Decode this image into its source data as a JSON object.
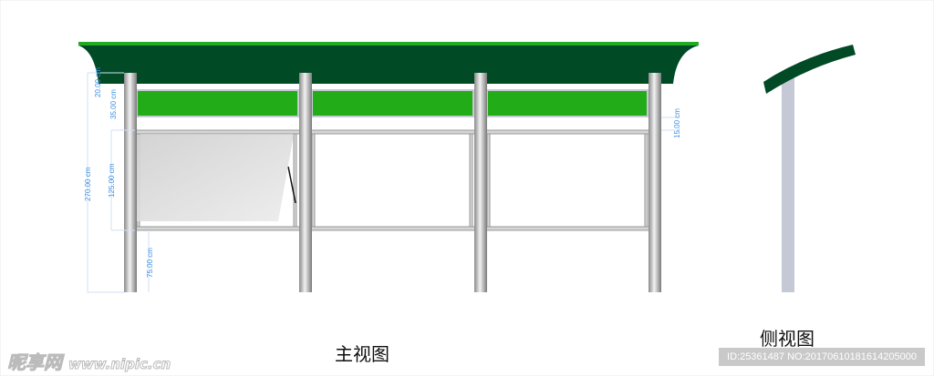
{
  "front_view": {
    "caption": "主视图",
    "dimensions": [
      "20.00 cm",
      "35.00 cm",
      "270.00 cm",
      "125.00 cm",
      "75.00 cm",
      "15.00 cm"
    ]
  },
  "side_view": {
    "caption": "侧视图"
  },
  "colors": {
    "roof": "#004a25",
    "roof_edge": "#22aa22",
    "sign_band": "#22ad18",
    "dimension": "#3d8fe0",
    "side_post": "#c5c8d5"
  },
  "watermark": {
    "logo": "昵享网",
    "site": "www.nipic.cn",
    "id_text": "ID:25361487 NO:20170610181614205000"
  }
}
